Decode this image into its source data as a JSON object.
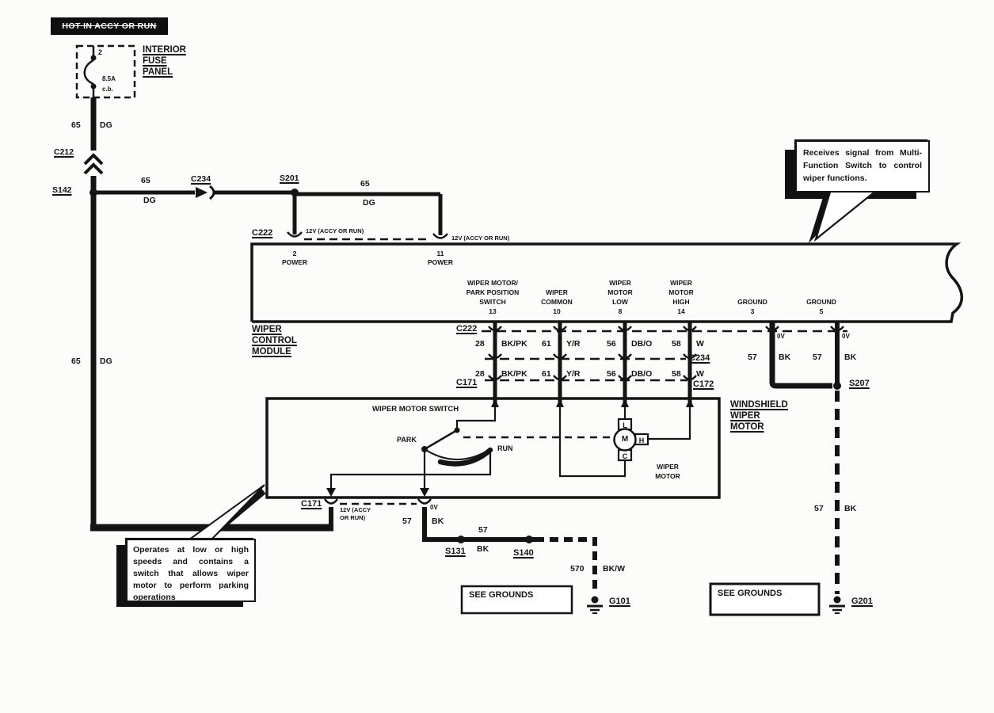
{
  "banner": {
    "text": "HOT IN ACCY OR RUN"
  },
  "fuse_panel": {
    "pin": "2",
    "rating": "8.5A",
    "breaker": "c.b.",
    "name": [
      "INTERIOR",
      "FUSE",
      "PANEL"
    ]
  },
  "wires": {
    "w65": "65",
    "dg": "DG",
    "w28": "28",
    "bkpk": "BK/PK",
    "w61": "61",
    "yr": "Y/R",
    "w56": "56",
    "dbo": "DB/O",
    "w58": "58",
    "w": "W",
    "w57": "57",
    "bk": "BK",
    "w570": "570",
    "bkw": "BK/W"
  },
  "points": {
    "c212": "C212",
    "s142": "S142",
    "c234_top": "C234",
    "s201": "S201",
    "c222_top": "C222",
    "c222": "C222",
    "c234": "C234",
    "c171_top": "C171",
    "c172": "C172",
    "c171_bottom": "C171",
    "s207": "S207",
    "s131": "S131",
    "s140": "S140",
    "g101": "G101",
    "g201": "G201"
  },
  "volts": {
    "v12_run": "12V (ACCY OR RUN)",
    "v12_line1": "12V (ACCY",
    "v12_line2": "OR RUN)",
    "ov": "0V"
  },
  "module": {
    "name": [
      "WIPER",
      "CONTROL",
      "MODULE"
    ],
    "pin2": {
      "num": "2",
      "label": "POWER"
    },
    "pin11": {
      "num": "11",
      "label": "POWER"
    },
    "pin13": {
      "l1": "WIPER MOTOR/",
      "l2": "PARK POSITION",
      "l3": "SWITCH",
      "num": "13"
    },
    "pin10": {
      "l1": "WIPER",
      "l2": "COMMON",
      "num": "10"
    },
    "pin8": {
      "l1": "WIPER",
      "l2": "MOTOR",
      "l3": "LOW",
      "num": "8"
    },
    "pin14": {
      "l1": "WIPER",
      "l2": "MOTOR",
      "l3": "HIGH",
      "num": "14"
    },
    "pin3": {
      "l1": "GROUND",
      "num": "3"
    },
    "pin5": {
      "l1": "GROUND",
      "num": "5"
    },
    "callout": "Receives signal from Multi-Function Switch to control wiper functions."
  },
  "motor": {
    "name": [
      "WINDSHIELD",
      "WIPER",
      "MOTOR"
    ],
    "switch_label": "WIPER MOTOR SWITCH",
    "park": "PARK",
    "run": "RUN",
    "label": [
      "WIPER",
      "MOTOR"
    ],
    "m": "M",
    "l": "L",
    "h": "H",
    "c": "C",
    "callout": "Operates at low or high speeds and contains a switch that allows wiper motor to perform parking operations"
  },
  "grounds": {
    "see_grounds": "SEE GROUNDS"
  }
}
